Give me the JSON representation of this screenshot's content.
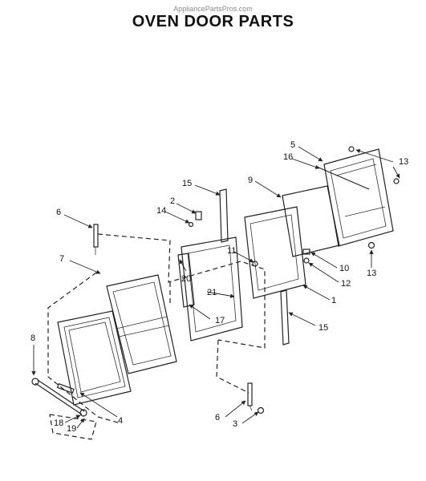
{
  "header": {
    "watermark": "AppliancePartsPros.com",
    "title": "OVEN DOOR PARTS"
  },
  "callouts": {
    "c1": "1",
    "c2": "2",
    "c3": "3",
    "c4": "4",
    "c5": "5",
    "c6a": "6",
    "c6b": "6",
    "c7": "7",
    "c8": "8",
    "c9": "9",
    "c10": "10",
    "c11": "11",
    "c12": "12",
    "c13a": "13",
    "c13b": "13",
    "c14": "14",
    "c15a": "15",
    "c15b": "15",
    "c16": "16",
    "c17": "17",
    "c18": "18",
    "c19": "19",
    "c20": "20",
    "c21": "21"
  }
}
